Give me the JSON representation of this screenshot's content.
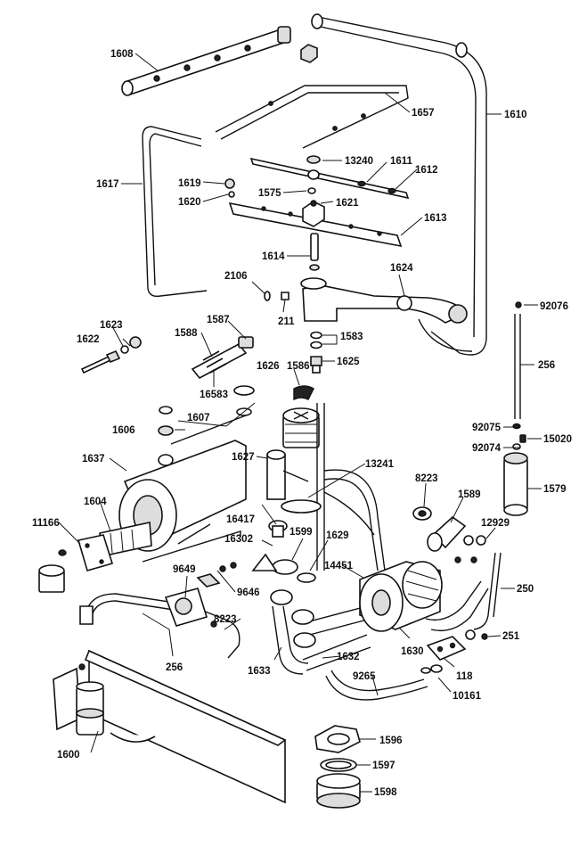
{
  "labels": [
    "1608",
    "1657",
    "1610",
    "1617",
    "13240",
    "1611",
    "1612",
    "1619",
    "1575",
    "1620",
    "1621",
    "1613",
    "1614",
    "1624",
    "2106",
    "211",
    "92076",
    "1623",
    "1587",
    "1583",
    "1622",
    "1588",
    "1625",
    "256",
    "16583",
    "1626",
    "1586",
    "1607",
    "1606",
    "92075",
    "15020",
    "92074",
    "1637",
    "1627",
    "13241",
    "1579",
    "8223",
    "1604",
    "1589",
    "16417",
    "11166",
    "16302",
    "1599",
    "1629",
    "12929",
    "14451",
    "9649",
    "250",
    "9646",
    "251",
    "8223",
    "1630",
    "118",
    "256",
    "1632",
    "1633",
    "9265",
    "10161",
    "1600",
    "1596",
    "1597",
    "1598"
  ]
}
